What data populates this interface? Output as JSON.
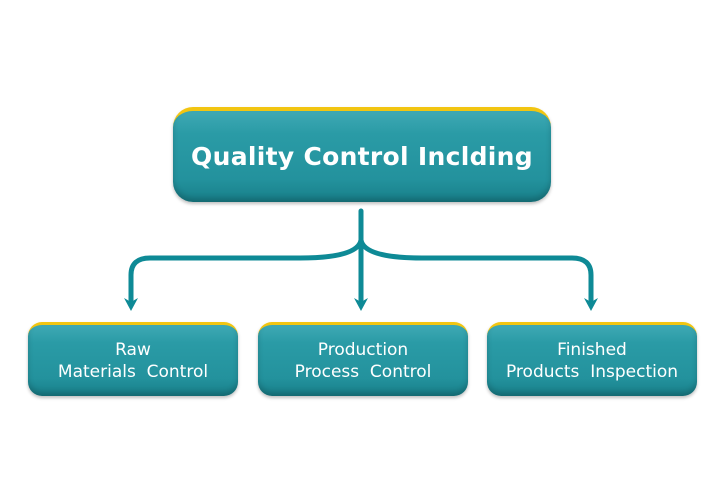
{
  "diagram": {
    "root": {
      "label": "Quality Control Inclding"
    },
    "children": [
      {
        "line1": "Raw",
        "line2": "Materials  Control"
      },
      {
        "line1": "Production",
        "line2": "Process  Control"
      },
      {
        "line1": "Finished",
        "line2": "Products  Inspection"
      }
    ],
    "colors": {
      "box": "#23929d",
      "accent": "#f2c511",
      "connector": "#0e8a96",
      "text": "#ffffff"
    }
  }
}
